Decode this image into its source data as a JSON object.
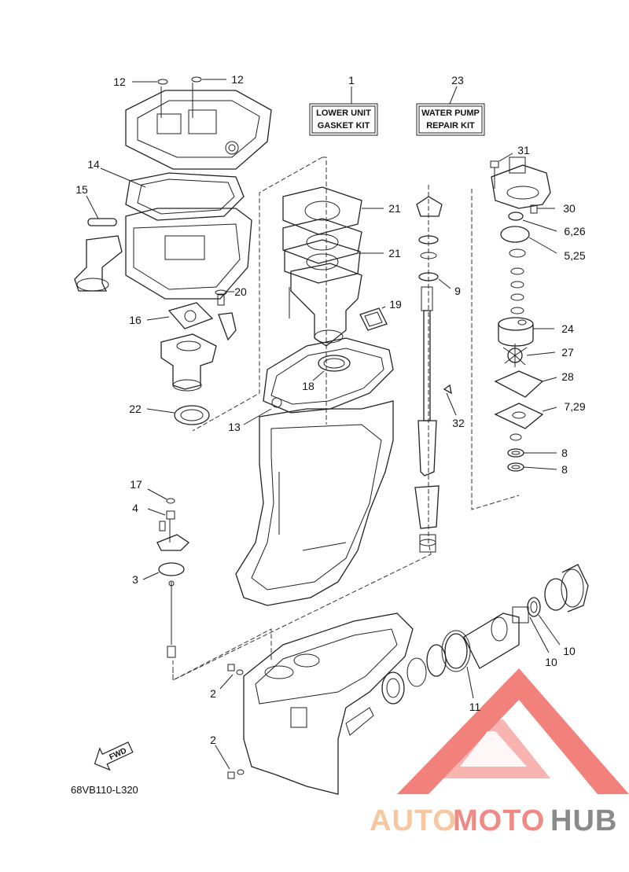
{
  "diagram": {
    "reference_code": "68VB110-L320",
    "kits": [
      {
        "number": "1",
        "line1": "LOWER UNIT",
        "line2": "GASKET KIT"
      },
      {
        "number": "23",
        "line1": "WATER PUMP",
        "line2": "REPAIR KIT"
      }
    ],
    "fwd_label": "FWD",
    "callouts": [
      "12",
      "12",
      "14",
      "15",
      "20",
      "16",
      "22",
      "21",
      "21",
      "19",
      "18",
      "13",
      "31",
      "30",
      "6,26",
      "5,25",
      "9",
      "24",
      "27",
      "28",
      "7,29",
      "32",
      "8",
      "8",
      "17",
      "4",
      "3",
      "10",
      "10",
      "11",
      "2",
      "2"
    ]
  },
  "watermark": {
    "part1": "AUTO",
    "part2": "MOTO",
    "part3": "HUB",
    "colors": {
      "auto": "#f6c7a0",
      "moto": "#f08a84",
      "hub": "#8a8a8a",
      "logo": "#f06a64"
    }
  }
}
